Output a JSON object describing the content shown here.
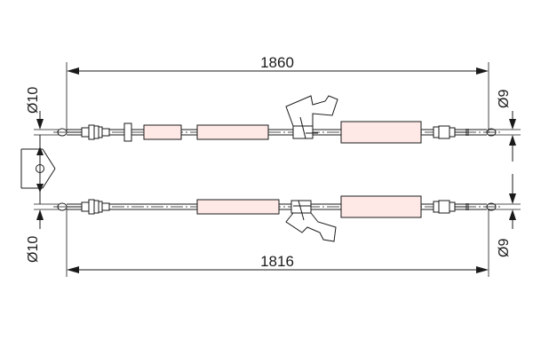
{
  "dimensions": {
    "upper_length": "1860",
    "lower_length": "1816",
    "upper_left_diameter": "Ø10",
    "upper_right_diameter": "Ø9",
    "lower_left_diameter": "Ø10",
    "lower_right_diameter": "Ø9"
  },
  "colors": {
    "line": "#1a1a1a",
    "sheath_fill": "#ffe9e6",
    "background": "#ffffff"
  }
}
